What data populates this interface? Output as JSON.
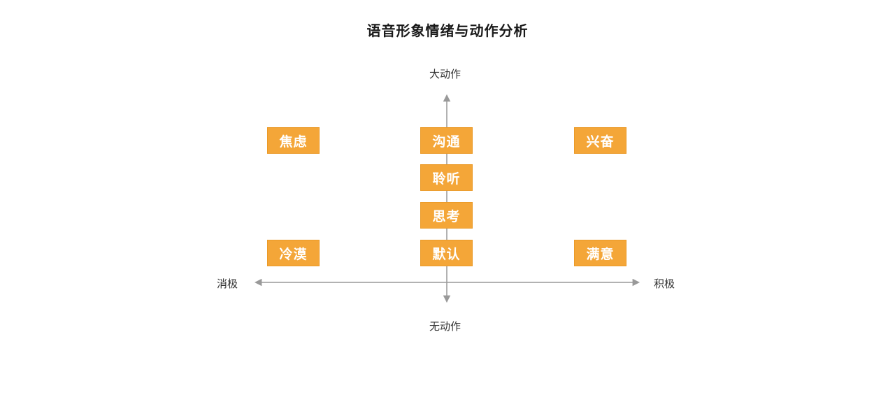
{
  "title": "语音形象情绪与动作分析",
  "colors": {
    "box_fill": "#F4A638",
    "box_border": "#EB9A28",
    "box_text": "#FFFFFF",
    "axis": "#999999",
    "label_text": "#333333"
  },
  "axes": {
    "top": "大动作",
    "bottom": "无动作",
    "left": "消极",
    "right": "积极"
  },
  "boxes": [
    {
      "label": "焦虑",
      "quadrant": "negative / large action"
    },
    {
      "label": "沟通",
      "quadrant": "neutral / large action"
    },
    {
      "label": "兴奋",
      "quadrant": "positive / large action"
    },
    {
      "label": "聆听",
      "quadrant": "neutral"
    },
    {
      "label": "思考",
      "quadrant": "neutral"
    },
    {
      "label": "冷漠",
      "quadrant": "negative / small action"
    },
    {
      "label": "默认",
      "quadrant": "neutral / small action"
    },
    {
      "label": "满意",
      "quadrant": "positive / small action"
    }
  ]
}
